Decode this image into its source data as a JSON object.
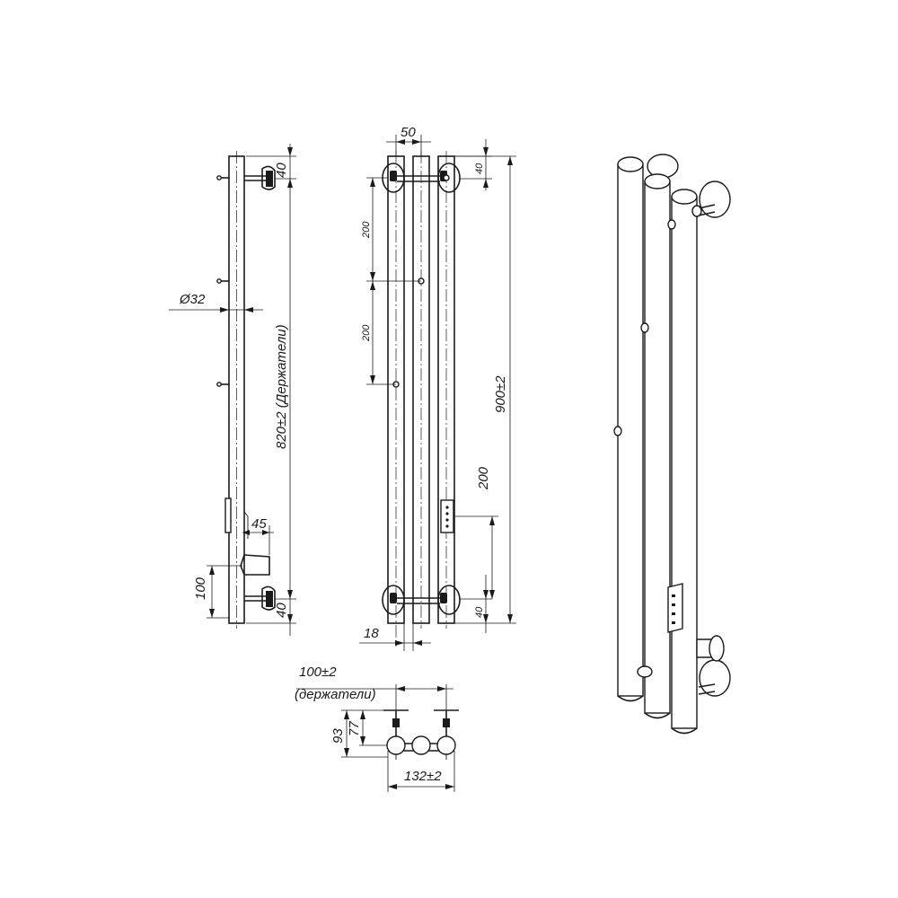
{
  "labels": {
    "diameter": "Ø32",
    "side_top_40": "40",
    "side_bottom_40": "40",
    "side_height": "820±2 (Держатели)",
    "side_45": "45",
    "side_100": "100",
    "front_width_50": "50",
    "front_top_40": "40",
    "front_bottom_40": "40",
    "front_200_a": "200",
    "front_200_b": "200",
    "front_200_c": "200",
    "front_height": "900±2",
    "front_18": "18",
    "top_100": "100±2",
    "top_holders": "(держатели)",
    "top_93": "93",
    "top_77": "77",
    "top_132": "132±2"
  },
  "colors": {
    "line": "#1a1a1a",
    "background": "#ffffff"
  }
}
